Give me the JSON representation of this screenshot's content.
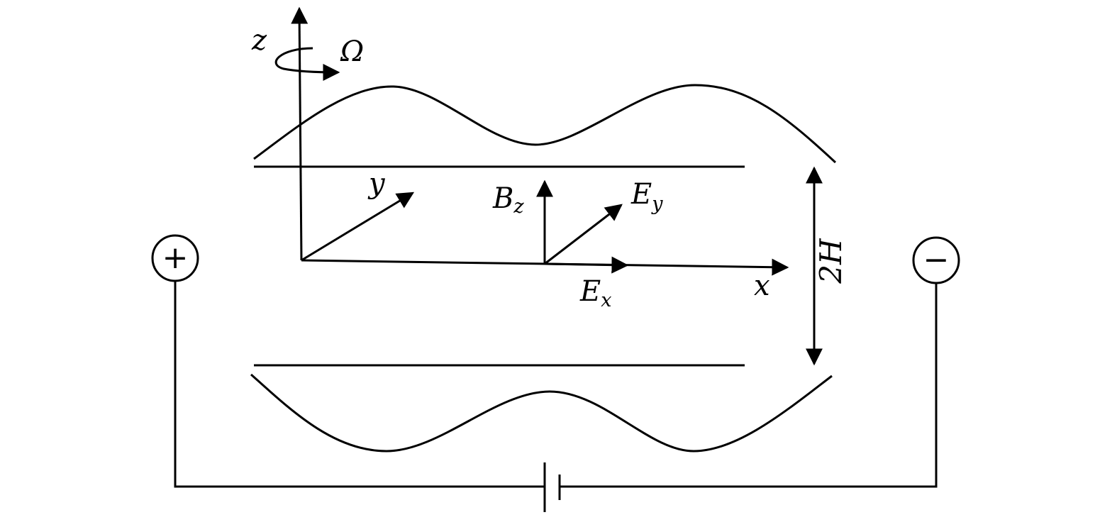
{
  "labels": {
    "z_axis": "z",
    "omega": "Ω",
    "y_axis": "y",
    "x_axis": "x",
    "b_main": "B",
    "b_sub": "z",
    "ey_main": "E",
    "ey_sub": "y",
    "ex_main": "E",
    "ex_sub": "x",
    "gap": "2H"
  },
  "terminals": {
    "positive": "+",
    "negative": "−"
  },
  "colors": {
    "stroke": "#000000",
    "background": "#ffffff"
  }
}
